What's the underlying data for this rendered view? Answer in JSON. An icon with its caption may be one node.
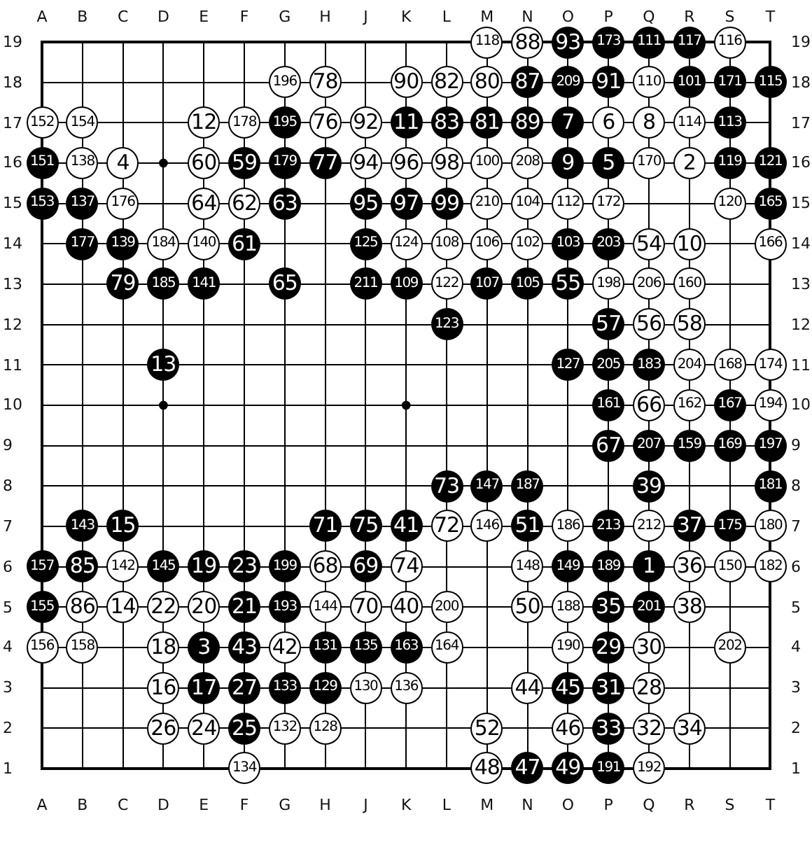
{
  "diagram": {
    "nodes": [
      {
        "text": [
          "118"
        ]
      },
      {
        "text": [
          "88"
        ]
      },
      {
        "text": [
          "93"
        ]
      },
      {
        "text": [
          "173"
        ]
      },
      {
        "text": [
          "111"
        ]
      },
      {
        "text": [
          "117"
        ]
      },
      {
        "text": [
          "116"
        ]
      },
      {
        "text": [
          "196"
        ]
      },
      {
        "text": [
          "78"
        ]
      },
      {
        "text": [
          "90"
        ]
      },
      {
        "text": [
          "82"
        ]
      },
      {
        "text": [
          "80"
        ]
      },
      {
        "text": [
          "87"
        ]
      },
      {
        "text": [
          "209"
        ]
      },
      {
        "text": [
          "91"
        ]
      },
      {
        "text": [
          "110"
        ]
      },
      {
        "text": [
          "101"
        ]
      },
      {
        "text": [
          "171"
        ]
      },
      {
        "text": [
          "115"
        ]
      },
      {
        "text": [
          "152"
        ]
      },
      {
        "text": [
          "154"
        ]
      },
      {
        "text": [
          "12"
        ]
      },
      {
        "text": [
          "178"
        ]
      },
      {
        "text": [
          "195"
        ]
      },
      {
        "text": [
          "76"
        ]
      },
      {
        "text": [
          "92"
        ]
      },
      {
        "text": [
          "11"
        ]
      },
      {
        "text": [
          "83"
        ]
      },
      {
        "text": [
          "81"
        ]
      },
      {
        "text": [
          "89"
        ]
      },
      {
        "text": [
          "7"
        ]
      },
      {
        "text": [
          "6"
        ]
      },
      {
        "text": [
          "8"
        ]
      },
      {
        "text": [
          "114"
        ]
      },
      {
        "text": [
          "113"
        ]
      },
      {
        "text": [
          "151"
        ]
      },
      {
        "text": [
          "138"
        ]
      },
      {
        "text": [
          "4"
        ]
      },
      {
        "text": [
          "60"
        ]
      },
      {
        "text": [
          "59"
        ]
      },
      {
        "text": [
          "179"
        ]
      },
      {
        "text": [
          "77"
        ]
      },
      {
        "text": [
          "94"
        ]
      },
      {
        "text": [
          "96"
        ]
      },
      {
        "text": [
          "98"
        ]
      },
      {
        "text": [
          "100"
        ]
      },
      {
        "text": [
          "208"
        ]
      },
      {
        "text": [
          "9"
        ]
      },
      {
        "text": [
          "5"
        ]
      },
      {
        "text": [
          "170"
        ]
      },
      {
        "text": [
          "2"
        ]
      },
      {
        "text": [
          "119"
        ]
      },
      {
        "text": [
          "121"
        ]
      },
      {
        "text": [
          "153"
        ]
      },
      {
        "text": [
          "137"
        ]
      },
      {
        "text": [
          "176"
        ]
      },
      {
        "text": [
          "64"
        ]
      },
      {
        "text": [
          "62"
        ]
      },
      {
        "text": [
          "63"
        ]
      },
      {
        "text": [
          "95"
        ]
      },
      {
        "text": [
          "97"
        ]
      },
      {
        "text": [
          "99"
        ]
      },
      {
        "text": [
          "210"
        ]
      },
      {
        "text": [
          "104"
        ]
      },
      {
        "text": [
          "112"
        ]
      },
      {
        "text": [
          "172"
        ]
      },
      {
        "text": [
          "120"
        ]
      },
      {
        "text": [
          "165"
        ]
      },
      {
        "text": [
          "177"
        ]
      },
      {
        "text": [
          "139"
        ]
      },
      {
        "text": [
          "184"
        ]
      },
      {
        "text": [
          "140"
        ]
      },
      {
        "text": [
          "61"
        ]
      },
      {
        "text": [
          "125"
        ]
      },
      {
        "text": [
          "124"
        ]
      },
      {
        "text": [
          "108"
        ]
      },
      {
        "text": [
          "106"
        ]
      },
      {
        "text": [
          "102"
        ]
      },
      {
        "text": [
          "103"
        ]
      },
      {
        "text": [
          "203"
        ]
      },
      {
        "text": [
          "54"
        ]
      },
      {
        "text": [
          "10"
        ]
      },
      {
        "text": [
          "166"
        ]
      },
      {
        "text": [
          "79"
        ]
      },
      {
        "text": [
          "185"
        ]
      },
      {
        "text": [
          "141"
        ]
      },
      {
        "text": [
          "65"
        ]
      },
      {
        "text": [
          "211"
        ]
      },
      {
        "text": [
          "109"
        ]
      },
      {
        "text": [
          "122"
        ]
      },
      {
        "text": [
          "107"
        ]
      },
      {
        "text": [
          "105"
        ]
      },
      {
        "text": [
          "55"
        ]
      },
      {
        "text": [
          "198"
        ]
      },
      {
        "text": [
          "206"
        ]
      },
      {
        "text": [
          "160"
        ]
      },
      {
        "text": [
          "123"
        ]
      },
      {
        "text": [
          "57"
        ]
      },
      {
        "text": [
          "56"
        ]
      },
      {
        "text": [
          "58"
        ]
      },
      {
        "text": [
          "13"
        ]
      },
      {
        "text": [
          "127"
        ]
      },
      {
        "text": [
          "205"
        ]
      },
      {
        "text": [
          "183"
        ]
      },
      {
        "text": [
          "204"
        ]
      },
      {
        "text": [
          "168"
        ]
      },
      {
        "text": [
          "174"
        ]
      },
      {
        "text": [
          "161"
        ]
      },
      {
        "text": [
          "66"
        ]
      },
      {
        "text": [
          "162"
        ]
      },
      {
        "text": [
          "167"
        ]
      },
      {
        "text": [
          "194"
        ]
      },
      {
        "text": [
          "67"
        ]
      },
      {
        "text": [
          "207"
        ]
      },
      {
        "text": [
          "159"
        ]
      },
      {
        "text": [
          "169"
        ]
      },
      {
        "text": [
          "197"
        ]
      },
      {
        "text": [
          "73"
        ]
      },
      {
        "text": [
          "147"
        ]
      },
      {
        "text": [
          "187"
        ]
      },
      {
        "text": [
          "39"
        ]
      },
      {
        "text": [
          "181"
        ]
      },
      {
        "text": [
          "143"
        ]
      },
      {
        "text": [
          "15"
        ]
      },
      {
        "text": [
          "71"
        ]
      },
      {
        "text": [
          "75"
        ]
      },
      {
        "text": [
          "41"
        ]
      },
      {
        "text": [
          "72"
        ]
      },
      {
        "text": [
          "146"
        ]
      },
      {
        "text": [
          "51"
        ]
      },
      {
        "text": [
          "186"
        ]
      },
      {
        "text": [
          "213"
        ]
      },
      {
        "text": [
          "212"
        ]
      },
      {
        "text": [
          "37"
        ]
      },
      {
        "text": [
          "175"
        ]
      },
      {
        "text": [
          "180"
        ]
      },
      {
        "text": [
          "157"
        ]
      },
      {
        "text": [
          "85"
        ]
      },
      {
        "text": [
          "142"
        ]
      },
      {
        "text": [
          "145"
        ]
      },
      {
        "text": [
          "19"
        ]
      },
      {
        "text": [
          "23"
        ]
      },
      {
        "text": [
          "199"
        ]
      },
      {
        "text": [
          "68"
        ]
      },
      {
        "text": [
          "69"
        ]
      },
      {
        "text": [
          "74"
        ]
      },
      {
        "text": [
          "148"
        ]
      },
      {
        "text": [
          "149"
        ]
      },
      {
        "text": [
          "189"
        ]
      },
      {
        "text": [
          "1"
        ]
      },
      {
        "text": [
          "36"
        ]
      },
      {
        "text": [
          "150"
        ]
      },
      {
        "text": [
          "182"
        ]
      },
      {
        "text": [
          "155"
        ]
      },
      {
        "text": [
          "86"
        ]
      },
      {
        "text": [
          "14"
        ]
      },
      {
        "text": [
          "22"
        ]
      },
      {
        "text": [
          "20"
        ]
      },
      {
        "text": [
          "21"
        ]
      },
      {
        "text": [
          "193"
        ]
      },
      {
        "text": [
          "144"
        ]
      },
      {
        "text": [
          "70"
        ]
      },
      {
        "text": [
          "40"
        ]
      },
      {
        "text": [
          "200"
        ]
      },
      {
        "text": [
          "50"
        ]
      },
      {
        "text": [
          "188"
        ]
      },
      {
        "text": [
          "35"
        ]
      },
      {
        "text": [
          "201"
        ]
      },
      {
        "text": [
          "38"
        ]
      },
      {
        "text": [
          "156"
        ]
      },
      {
        "text": [
          "158"
        ]
      },
      {
        "text": [
          "18"
        ]
      },
      {
        "text": [
          "3"
        ]
      },
      {
        "text": [
          "43"
        ]
      },
      {
        "text": [
          "42"
        ]
      },
      {
        "text": [
          "131"
        ]
      },
      {
        "text": [
          "135"
        ]
      },
      {
        "text": [
          "163"
        ]
      },
      {
        "text": [
          "164"
        ]
      },
      {
        "text": [
          "190"
        ]
      },
      {
        "text": [
          "29"
        ]
      },
      {
        "text": [
          "30"
        ]
      },
      {
        "text": [
          "202"
        ]
      },
      {
        "text": [
          "16"
        ]
      },
      {
        "text": [
          "17"
        ]
      },
      {
        "text": [
          "27"
        ]
      },
      {
        "text": [
          "133"
        ]
      },
      {
        "text": [
          "129"
        ]
      },
      {
        "text": [
          "130"
        ]
      },
      {
        "text": [
          "136"
        ]
      },
      {
        "text": [
          "44"
        ]
      },
      {
        "text": [
          "45"
        ]
      },
      {
        "text": [
          "31"
        ]
      },
      {
        "text": [
          "28"
        ]
      },
      {
        "text": [
          "26"
        ]
      },
      {
        "text": [
          "24"
        ]
      },
      {
        "text": [
          "25"
        ]
      },
      {
        "text": [
          "132"
        ]
      },
      {
        "text": [
          "128"
        ]
      },
      {
        "text": [
          "52"
        ]
      },
      {
        "text": [
          "46"
        ]
      },
      {
        "text": [
          "33"
        ]
      },
      {
        "text": [
          "32"
        ]
      },
      {
        "text": [
          "34"
        ]
      },
      {
        "text": [
          "134"
        ]
      },
      {
        "text": [
          "48"
        ]
      },
      {
        "text": [
          "47"
        ]
      },
      {
        "text": [
          "49"
        ]
      },
      {
        "text": [
          "191"
        ]
      },
      {
        "text": [
          "192"
        ]
      }
    ],
    "labels": [
      "A",
      "B",
      "C",
      "D",
      "E",
      "F",
      "G",
      "H",
      "J",
      "K",
      "L",
      "M",
      "N",
      "O",
      "P",
      "Q",
      "R",
      "S",
      "T",
      "19",
      "19",
      "18",
      "18",
      "17",
      "17",
      "16",
      "16",
      "15",
      "15",
      "14",
      "14",
      "13",
      "13",
      "12",
      "12",
      "11",
      "11",
      "10",
      "10",
      "9",
      "9",
      "8",
      "8",
      "7",
      "7",
      "6",
      "6",
      "5",
      "5",
      "4",
      "4",
      "3",
      "3",
      "2",
      "2",
      "1",
      "1",
      "A",
      "B",
      "C",
      "D",
      "E",
      "F",
      "G",
      "H",
      "J",
      "K",
      "L",
      "M",
      "N",
      "O",
      "P",
      "Q",
      "R",
      "S",
      "T"
    ]
  }
}
